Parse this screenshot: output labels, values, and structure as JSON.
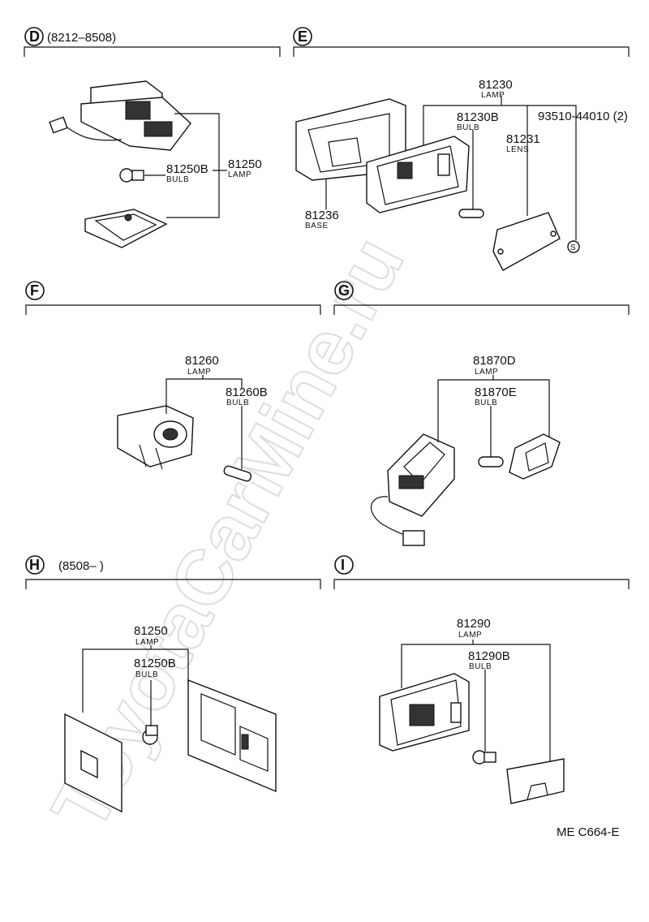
{
  "watermark": "ToyotaCarMine.ru",
  "footer_code": "ME  C664-E",
  "sections": {
    "D": {
      "letter": "D",
      "range": "(8212–8508)",
      "parts": {
        "lamp_no": "81250",
        "lamp_name": "LAMP",
        "bulb_no": "81250B",
        "bulb_name": "BULB"
      }
    },
    "E": {
      "letter": "E",
      "parts": {
        "lamp_no": "81230",
        "lamp_name": "LAMP",
        "bulb_no": "81230B",
        "bulb_name": "BULB",
        "lens_no": "81231",
        "lens_name": "LENS",
        "screw_no": "93510-44010 (2)",
        "screw_symbol": "S",
        "base_no": "81236",
        "base_name": "BASE"
      }
    },
    "F": {
      "letter": "F",
      "parts": {
        "lamp_no": "81260",
        "lamp_name": "LAMP",
        "bulb_no": "81260B",
        "bulb_name": "BULB"
      }
    },
    "G": {
      "letter": "G",
      "parts": {
        "lamp_no": "81870D",
        "lamp_name": "LAMP",
        "bulb_no": "81870E",
        "bulb_name": "BULB"
      }
    },
    "H": {
      "letter": "H",
      "range": "(8508–        )",
      "parts": {
        "lamp_no": "81250",
        "lamp_name": "LAMP",
        "bulb_no": "81250B",
        "bulb_name": "BULB"
      }
    },
    "I": {
      "letter": "I",
      "parts": {
        "lamp_no": "81290",
        "lamp_name": "LAMP",
        "bulb_no": "81290B",
        "bulb_name": "BULB"
      }
    }
  }
}
